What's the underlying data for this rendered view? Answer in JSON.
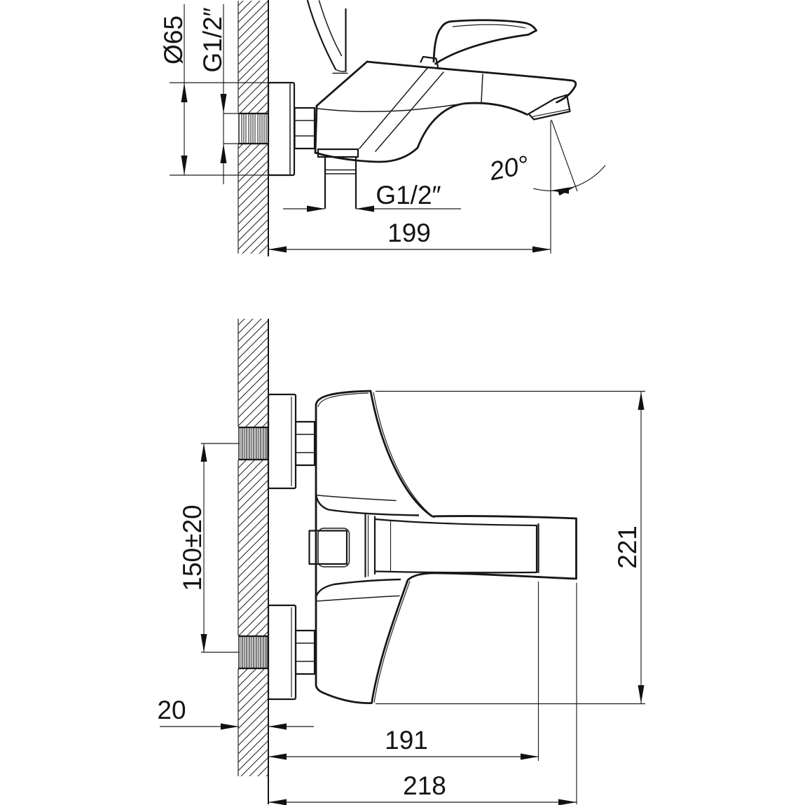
{
  "drawing": {
    "type": "faucet installation technical drawing",
    "colors": {
      "line": "#161616",
      "background": "#ffffff"
    },
    "side_view": {
      "diameter": "Ø65",
      "wall_thread": "G1/2″",
      "outlet_thread": "G1/2″",
      "spout_angle": "20°",
      "depth": "199"
    },
    "front_view": {
      "hole_spacing": "150±20",
      "height": "221",
      "wall_thickness": "20",
      "body_width": "191",
      "total_width": "218"
    }
  }
}
